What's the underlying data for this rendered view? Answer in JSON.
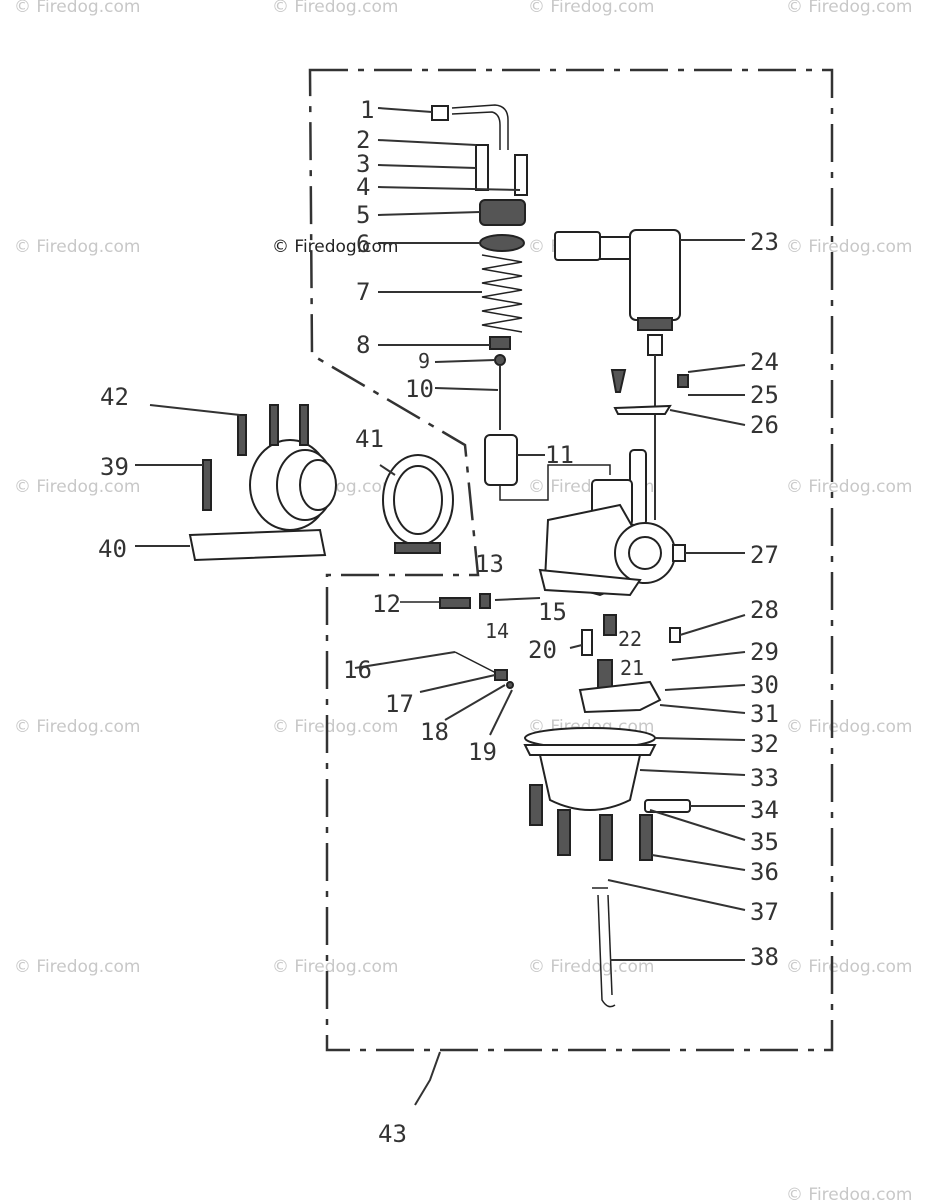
{
  "watermarks": [
    "© Firedog.com",
    "© Firedog.com",
    "© Firedog.com",
    "© Firedog.com",
    "© Firedog.com",
    "© Firedog.com",
    "© Firedog.com",
    "© Firedog.com",
    "© Firedog.com",
    "© Firedog.com",
    "© Firedog.com",
    "© Firedog.com",
    "© Firedog.com",
    "© Firedog.com",
    "© Firedog.com",
    "© Firedog.com",
    "© Firedog.com",
    "© Firedog.com",
    "© Firedog.com",
    "© Firedog.com",
    "© Firedog.com"
  ],
  "callouts": [
    "1",
    "2",
    "3",
    "4",
    "5",
    "6",
    "7",
    "8",
    "9",
    "10",
    "11",
    "12",
    "13",
    "14",
    "15",
    "16",
    "17",
    "18",
    "19",
    "20",
    "21",
    "22",
    "23",
    "24",
    "25",
    "26",
    "27",
    "28",
    "29",
    "30",
    "31",
    "32",
    "33",
    "34",
    "35",
    "36",
    "37",
    "38",
    "39",
    "40",
    "41",
    "42",
    "43"
  ],
  "colors": {
    "line": "#333333",
    "watermark": "#c8c8c8",
    "background": "#ffffff"
  }
}
